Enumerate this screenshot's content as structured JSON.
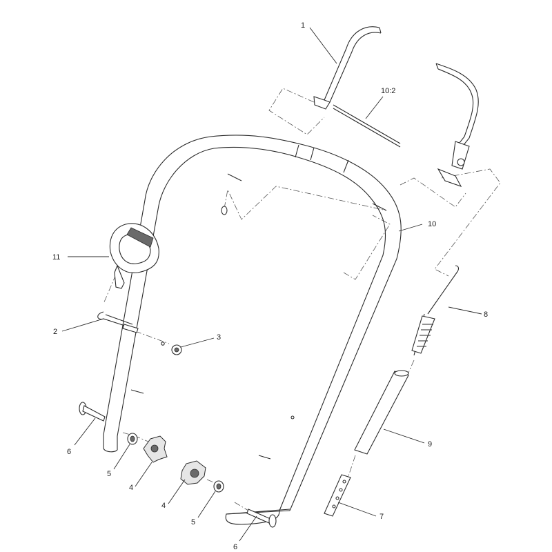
{
  "callouts": {
    "c1": "1",
    "c10_2": "10:2",
    "c10": "10",
    "c11": "11",
    "c2": "2",
    "c3": "3",
    "c8": "8",
    "c6_left": "6",
    "c5_left": "5",
    "c4_left": "4",
    "c4_right": "4",
    "c5_right": "5",
    "c6_right": "6",
    "c9": "9",
    "c7": "7"
  }
}
